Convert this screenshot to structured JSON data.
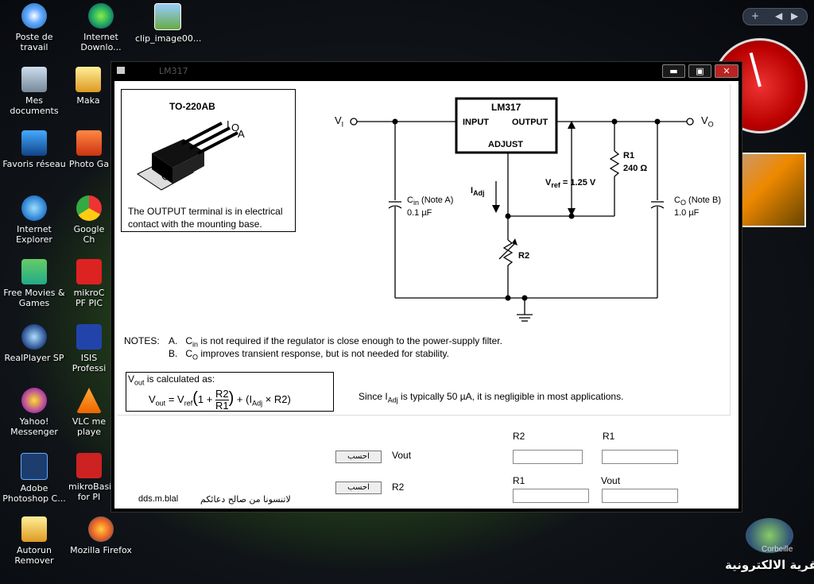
{
  "desktop_icons": [
    {
      "label": "Poste de travail"
    },
    {
      "label": "Internet Downlo..."
    },
    {
      "label": "clip_image00..."
    },
    {
      "label": "Mes documents"
    },
    {
      "label": "Maka"
    },
    {
      "label": "Favoris réseau"
    },
    {
      "label": "Photo Ga"
    },
    {
      "label": "Internet Explorer"
    },
    {
      "label": "Google Ch"
    },
    {
      "label": "Free Movies & Games"
    },
    {
      "label": "mikroC PF PIC"
    },
    {
      "label": "RealPlayer SP"
    },
    {
      "label": "ISIS Professi"
    },
    {
      "label": "Yahoo! Messenger"
    },
    {
      "label": "VLC me playe"
    },
    {
      "label": "Adobe Photoshop C..."
    },
    {
      "label": "mikroBasi for PI"
    },
    {
      "label": "Autorun Remover"
    },
    {
      "label": "Mozilla Firefox"
    }
  ],
  "window": {
    "title": "LM317",
    "min": "▬",
    "max": "▣",
    "close": "✕"
  },
  "package": {
    "title": "TO-220AB",
    "pin_i": "I",
    "pin_o": "O",
    "pin_a": "A",
    "note_line1": "The OUTPUT terminal is in electrical",
    "note_line2": "contact with the mounting base."
  },
  "circuit": {
    "vi": "V",
    "vi_sub": "I",
    "vo": "V",
    "vo_sub": "O",
    "chip": "LM317",
    "input": "INPUT",
    "output": "OUTPUT",
    "adjust": "ADJUST",
    "r1_name": "R1",
    "r1_val": "240 Ω",
    "vref": "V",
    "vref_sub": "ref",
    "vref_val": "= 1.25 V",
    "iadj": "I",
    "iadj_sub": "Adj",
    "cin": "C",
    "cin_sub": "in",
    "cin_note": "(Note A)",
    "cin_val": "0.1 µF",
    "co": "C",
    "co_sub": "O",
    "co_note": "(Note B)",
    "co_val": "1.0 µF",
    "r2_name": "R2"
  },
  "notes": {
    "heading": "NOTES:",
    "a_tag": "A.",
    "a_pre": "C",
    "a_sub": "in",
    "a_text": "is not required if the regulator is close enough to the power-supply filter.",
    "b_tag": "B.",
    "b_pre": "C",
    "b_sub": "O",
    "b_text": "improves transient response, but is not needed for stability."
  },
  "formula": {
    "head_pre": "V",
    "head_sub": "out",
    "head_text": "is calculated as:",
    "lhs": "V",
    "lhs_sub": "out",
    "eq": "=",
    "vref": "V",
    "vref_sub": "ref",
    "one": "1",
    "plus": "+",
    "num": "R2",
    "den": "R1",
    "plus2": "+",
    "iadj": "(I",
    "iadj_sub": "Adj",
    "times": "× R2)"
  },
  "iadj_note": {
    "pre": "Since I",
    "sub": "Adj",
    "text": "is typically 50 µA, it is negligible in most applications."
  },
  "calc": {
    "row1": {
      "button": "احسب",
      "label": "Vout",
      "col1": "R2",
      "col2": "R1"
    },
    "row2": {
      "button": "احسب",
      "label": "R2",
      "col1": "R1",
      "col2": "Vout"
    },
    "author": "dds.m.blal",
    "arabic_note": "لاتنسونا من صالح دعائكم"
  },
  "gadgets": {
    "sidebar_add": "+",
    "sidebar_prev": "◀",
    "sidebar_next": "▶",
    "watermark": "القرية الالكترونية",
    "watermark_small": "Corbeille"
  },
  "colors": {
    "window_frame": "#000000",
    "client_bg": "#ffffff",
    "clock_red": "#cc1111"
  }
}
